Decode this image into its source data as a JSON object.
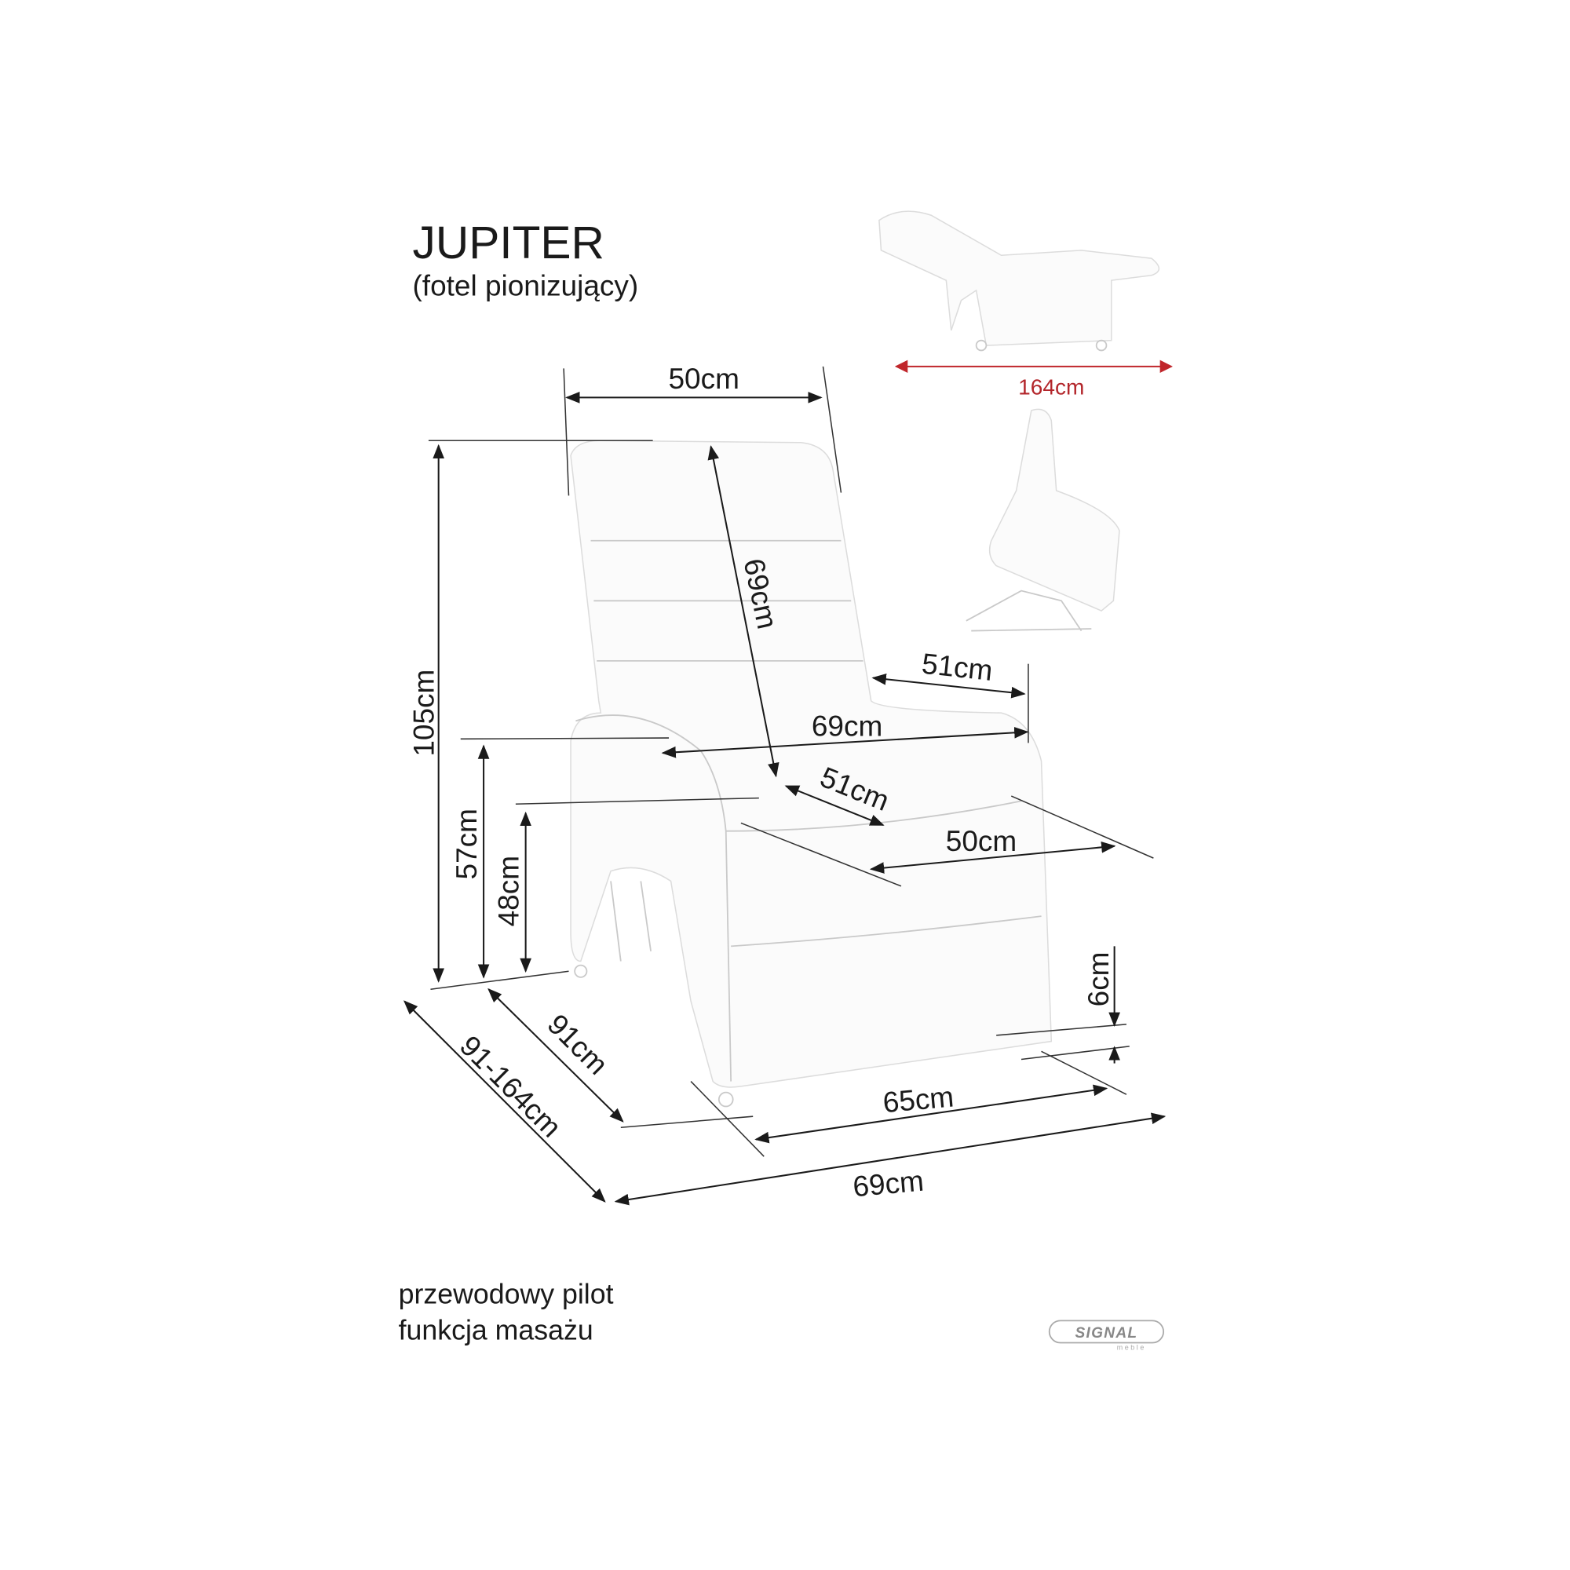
{
  "header": {
    "title": "JUPITER",
    "subtitle": "(fotel pionizujący)"
  },
  "features": [
    "przewodowy pilot",
    "funkcja masażu"
  ],
  "dimensions": {
    "top_width": "50cm",
    "total_height": "105cm",
    "backrest_height": "69cm",
    "armrest_length": "51cm",
    "total_width": "69cm",
    "armrest_height": "57cm",
    "seat_height": "48cm",
    "seat_depth": "51cm",
    "seat_width": "50cm",
    "ground_clearance": "6cm",
    "depth": "91cm",
    "depth_range": "91-164cm",
    "base_width": "65cm",
    "bottom_width": "69cm",
    "reclined_length": "164cm"
  },
  "colors": {
    "reclined_dimension": "#b3262b",
    "lines": "#1a1a1a"
  },
  "logo": {
    "brand": "SIGNAL",
    "sub": "meble"
  }
}
